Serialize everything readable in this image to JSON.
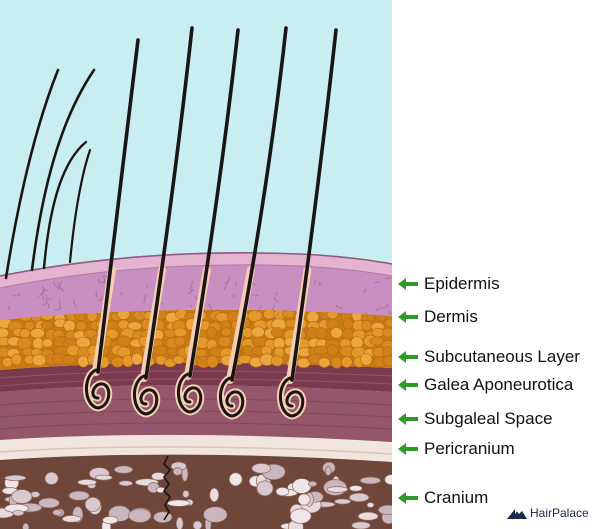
{
  "labels": [
    {
      "id": "epidermis",
      "text": "Epidermis"
    },
    {
      "id": "dermis",
      "text": "Dermis"
    },
    {
      "id": "subcutaneous",
      "text": "Subcutaneous Layer"
    },
    {
      "id": "galea",
      "text": "Galea Aponeurotica"
    },
    {
      "id": "subgaleal",
      "text": "Subgaleal Space"
    },
    {
      "id": "pericranium",
      "text": "Pericranium"
    },
    {
      "id": "cranium",
      "text": "Cranium"
    }
  ],
  "brand": {
    "name": "HairPalace",
    "icon": "hairpalace-logo-icon"
  },
  "colors": {
    "sky": "#c9eef2",
    "epidermis": "#d9a3c2",
    "dermis": "#c98fc0",
    "fat": "#d98a1e",
    "galea": "#7a3a4e",
    "subgaleal": "#94566a",
    "pericranium": "#f1e6dd",
    "cranium": "#6e463a",
    "hair": "#1b1512",
    "arrow": "#2f9a2a"
  }
}
